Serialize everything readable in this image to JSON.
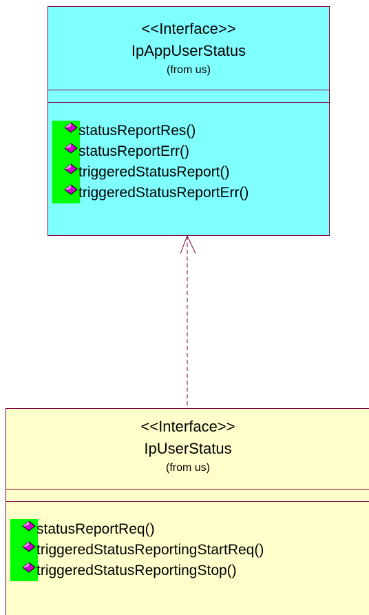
{
  "colors": {
    "upper_fill": "#80ffff",
    "lower_fill": "#ffffcc",
    "border": "#800040",
    "op_marker_bg": "#00ff00",
    "op_icon": "#cc00cc"
  },
  "upper_class": {
    "stereotype": "<<Interface>>",
    "name": "IpAppUserStatus",
    "from": "(from us)",
    "operations": [
      "statusReportRes()",
      "statusReportErr()",
      "triggeredStatusReport()",
      "triggeredStatusReportErr()"
    ]
  },
  "lower_class": {
    "stereotype": "<<Interface>>",
    "name": "IpUserStatus",
    "from": "(from us)",
    "operations": [
      "statusReportReq()",
      "triggeredStatusReportingStartReq()",
      "triggeredStatusReportingStop()"
    ]
  },
  "relationship": {
    "type": "realization",
    "icon": "dashed-line-open-arrow"
  }
}
